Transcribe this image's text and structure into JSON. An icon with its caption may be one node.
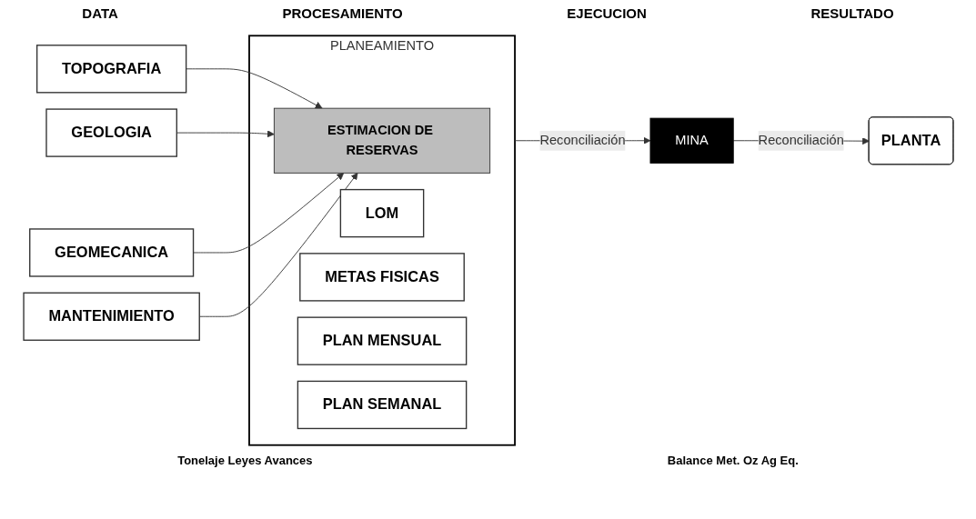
{
  "diagram": {
    "nodes": [
      {
        "text": [
          "TOPOGRAFIA"
        ]
      },
      {
        "text": [
          "GEOLOGIA"
        ]
      },
      {
        "text": [
          "GEOMECANICA"
        ]
      },
      {
        "text": [
          "MANTENIMIENTO"
        ]
      },
      {
        "text": [
          "PLANEAMIENTO"
        ]
      },
      {
        "text": [
          "ESTIMACION DE RESERVAS"
        ],
        "in": 4
      },
      {
        "text": [
          "LOM"
        ],
        "in": 4
      },
      {
        "text": [
          "METAS FISICAS"
        ],
        "in": 4
      },
      {
        "text": [
          "PLAN MENSUAL"
        ],
        "in": 4
      },
      {
        "text": [
          "PLAN SEMANAL"
        ],
        "in": 4
      },
      {
        "text": [
          "MINA"
        ]
      },
      {
        "text": [
          "PLANTA"
        ]
      }
    ],
    "edges": [
      {
        "from": 0,
        "to": 5,
        "arrow": "to"
      },
      {
        "from": 1,
        "to": 5,
        "arrow": "to"
      },
      {
        "from": 2,
        "to": 5,
        "arrow": "to"
      },
      {
        "from": 3,
        "to": 5,
        "arrow": "to"
      },
      {
        "from": 4,
        "to": 10,
        "arrow": "to",
        "label": "Reconciliación"
      },
      {
        "from": 10,
        "to": 11,
        "arrow": "to",
        "label": "Reconciliación"
      }
    ],
    "labels": [
      "DATA",
      "PROCESAMIENTO",
      "EJECUCION",
      "RESULTADO",
      "Tonelaje Leyes Avances",
      "Balance Met. Oz Ag Eq."
    ]
  }
}
